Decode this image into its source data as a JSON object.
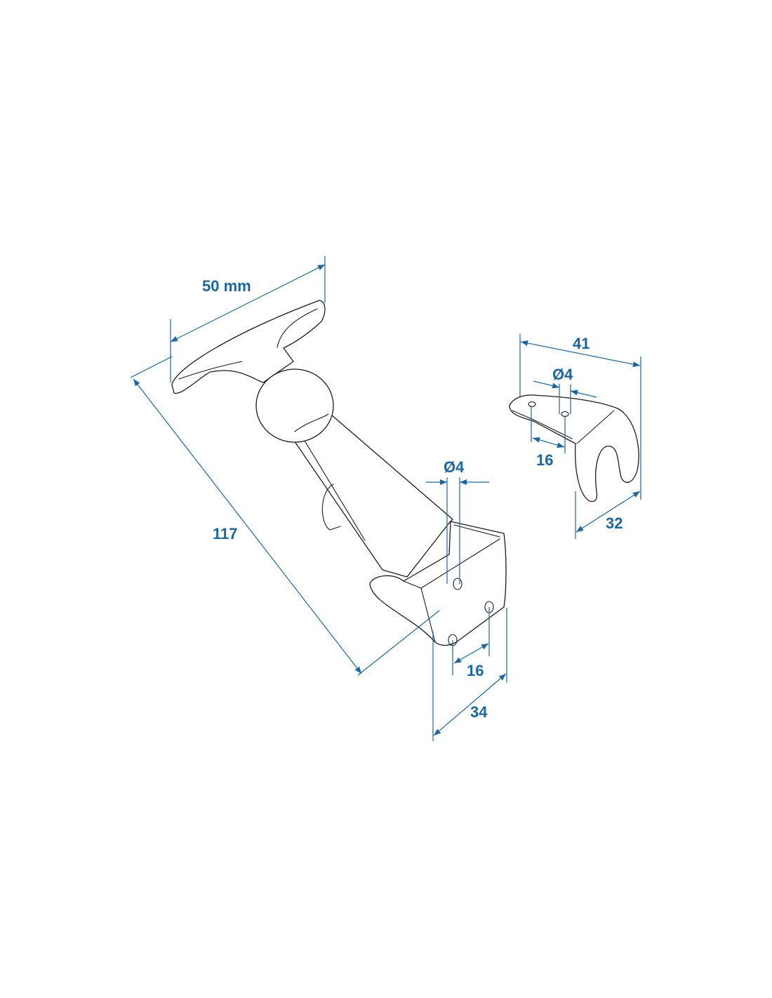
{
  "drawing": {
    "accent_color": "#1a67a8",
    "main_part": {
      "width_label": "50 mm",
      "length_label": "117",
      "hole_diameter_label": "Ø4",
      "hole_spacing_label": "16",
      "bracket_width_label": "34"
    },
    "catch_part": {
      "length_label": "41",
      "hole_diameter_label": "Ø4",
      "hole_spacing_label": "16",
      "width_label": "32"
    }
  }
}
